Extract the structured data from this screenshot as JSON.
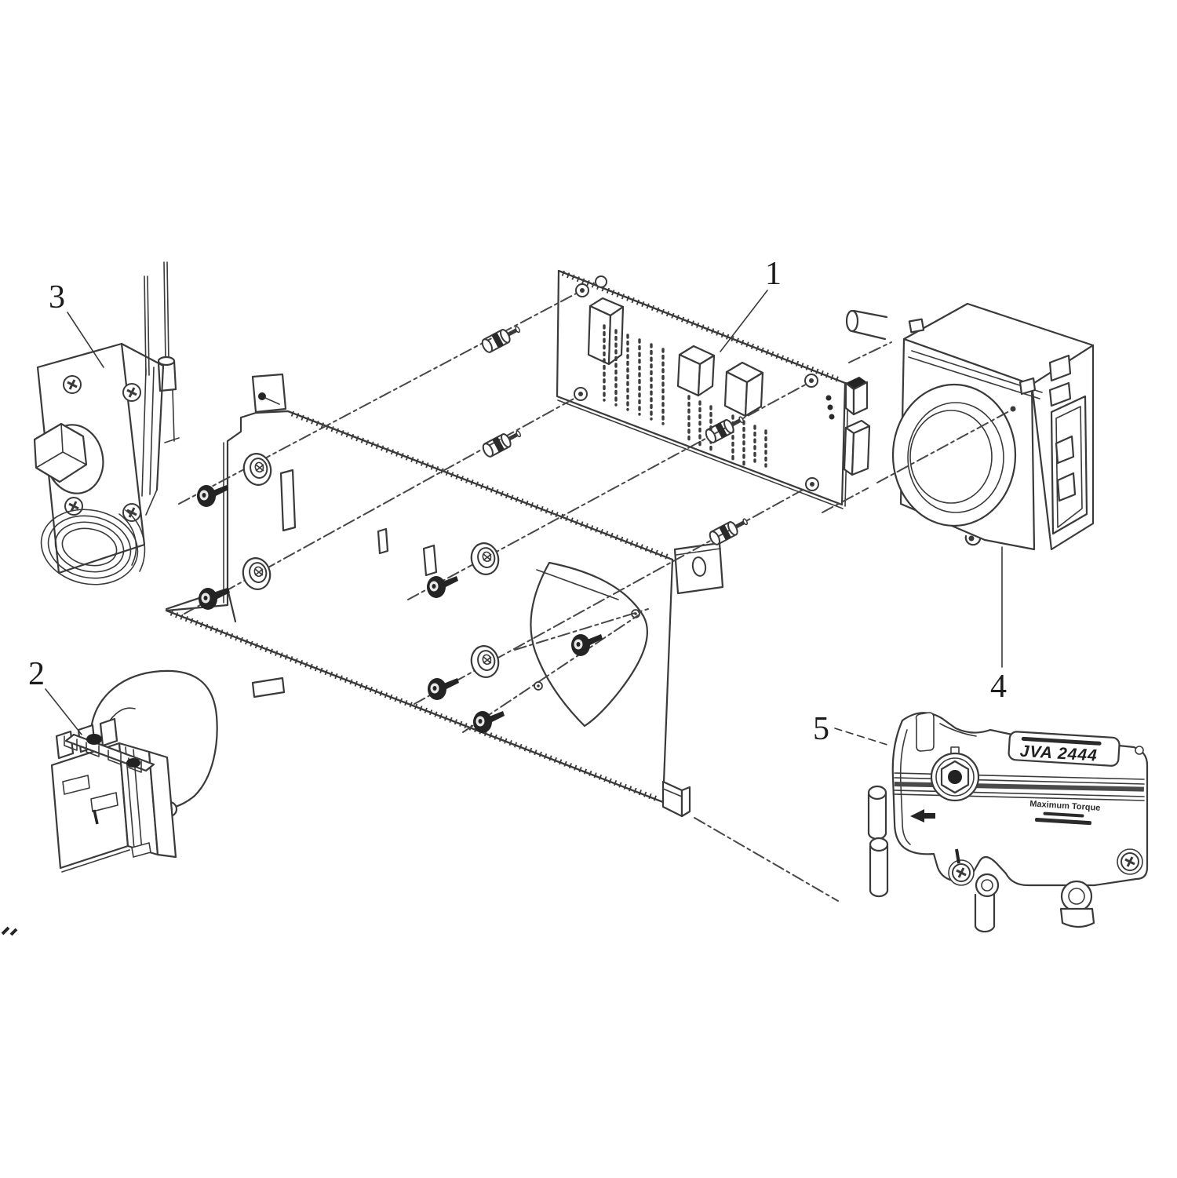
{
  "diagram": {
    "background": "#ffffff",
    "line_color": "#3a3a3a",
    "callouts": [
      "1",
      "2",
      "3",
      "4",
      "5"
    ],
    "actuator": {
      "model": "JVA 2444",
      "caption": "Maximum Torque"
    }
  }
}
